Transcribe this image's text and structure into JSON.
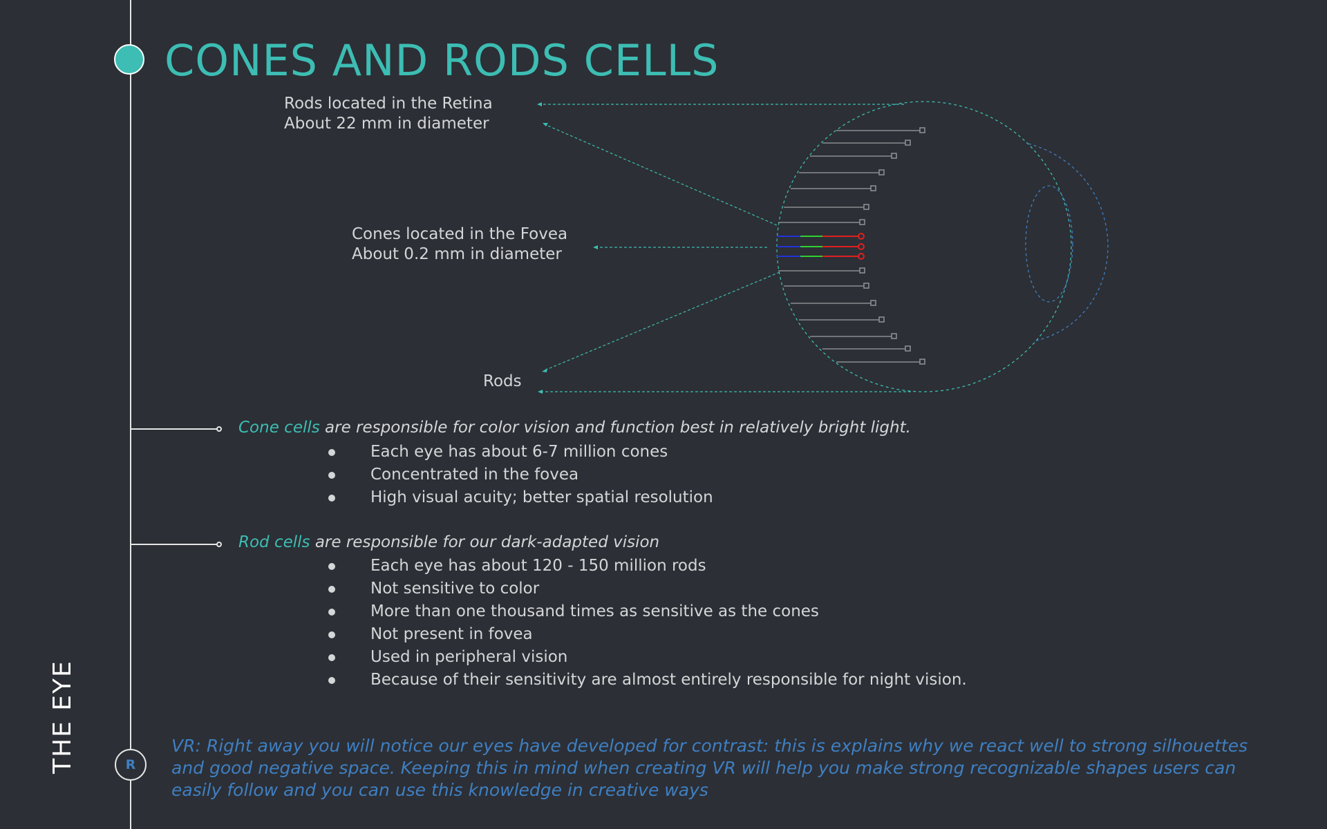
{
  "page": {
    "title": "CONES AND RODS CELLS",
    "side_title": "THE EYE"
  },
  "diagram": {
    "rods_retina_label": [
      "Rods located in the Retina",
      "About 22 mm in diameter"
    ],
    "cones_fovea_label": [
      "Cones located in the Fovea",
      "About 0.2 mm in diameter"
    ],
    "rods_label": "Rods"
  },
  "cone_section": {
    "heading_accent": "Cone cells",
    "heading_text": " are responsible for color vision and function best in relatively bright light.",
    "bullets": [
      "Each eye has about 6-7 million cones",
      "Concentrated in the fovea",
      "High visual acuity; better spatial resolution"
    ]
  },
  "rod_section": {
    "heading_accent": "Rod cells",
    "heading_text": " are responsible for our dark-adapted vision",
    "bullets": [
      "Each eye has about 120 - 150 million rods",
      "Not sensitive to color",
      "More than one thousand times as sensitive as the cones",
      "Not present in fovea",
      "Used in peripheral vision",
      "Because of their sensitivity are almost entirely responsible for night vision."
    ]
  },
  "vr_badge": "R",
  "vr_note": "VR: Right away you will notice our eyes have developed for contrast: this is explains why we react well to strong silhouettes and good negative space. Keeping this in mind when creating VR will help you make strong recognizable shapes users can easily follow and you can use this knowledge in creative ways",
  "colors": {
    "accent": "#3dbdb3",
    "note": "#3f7fc2",
    "background": "#2c2f35",
    "cone_blue": "#2233dd",
    "cone_green": "#2fd12f",
    "cone_red": "#e02020"
  }
}
